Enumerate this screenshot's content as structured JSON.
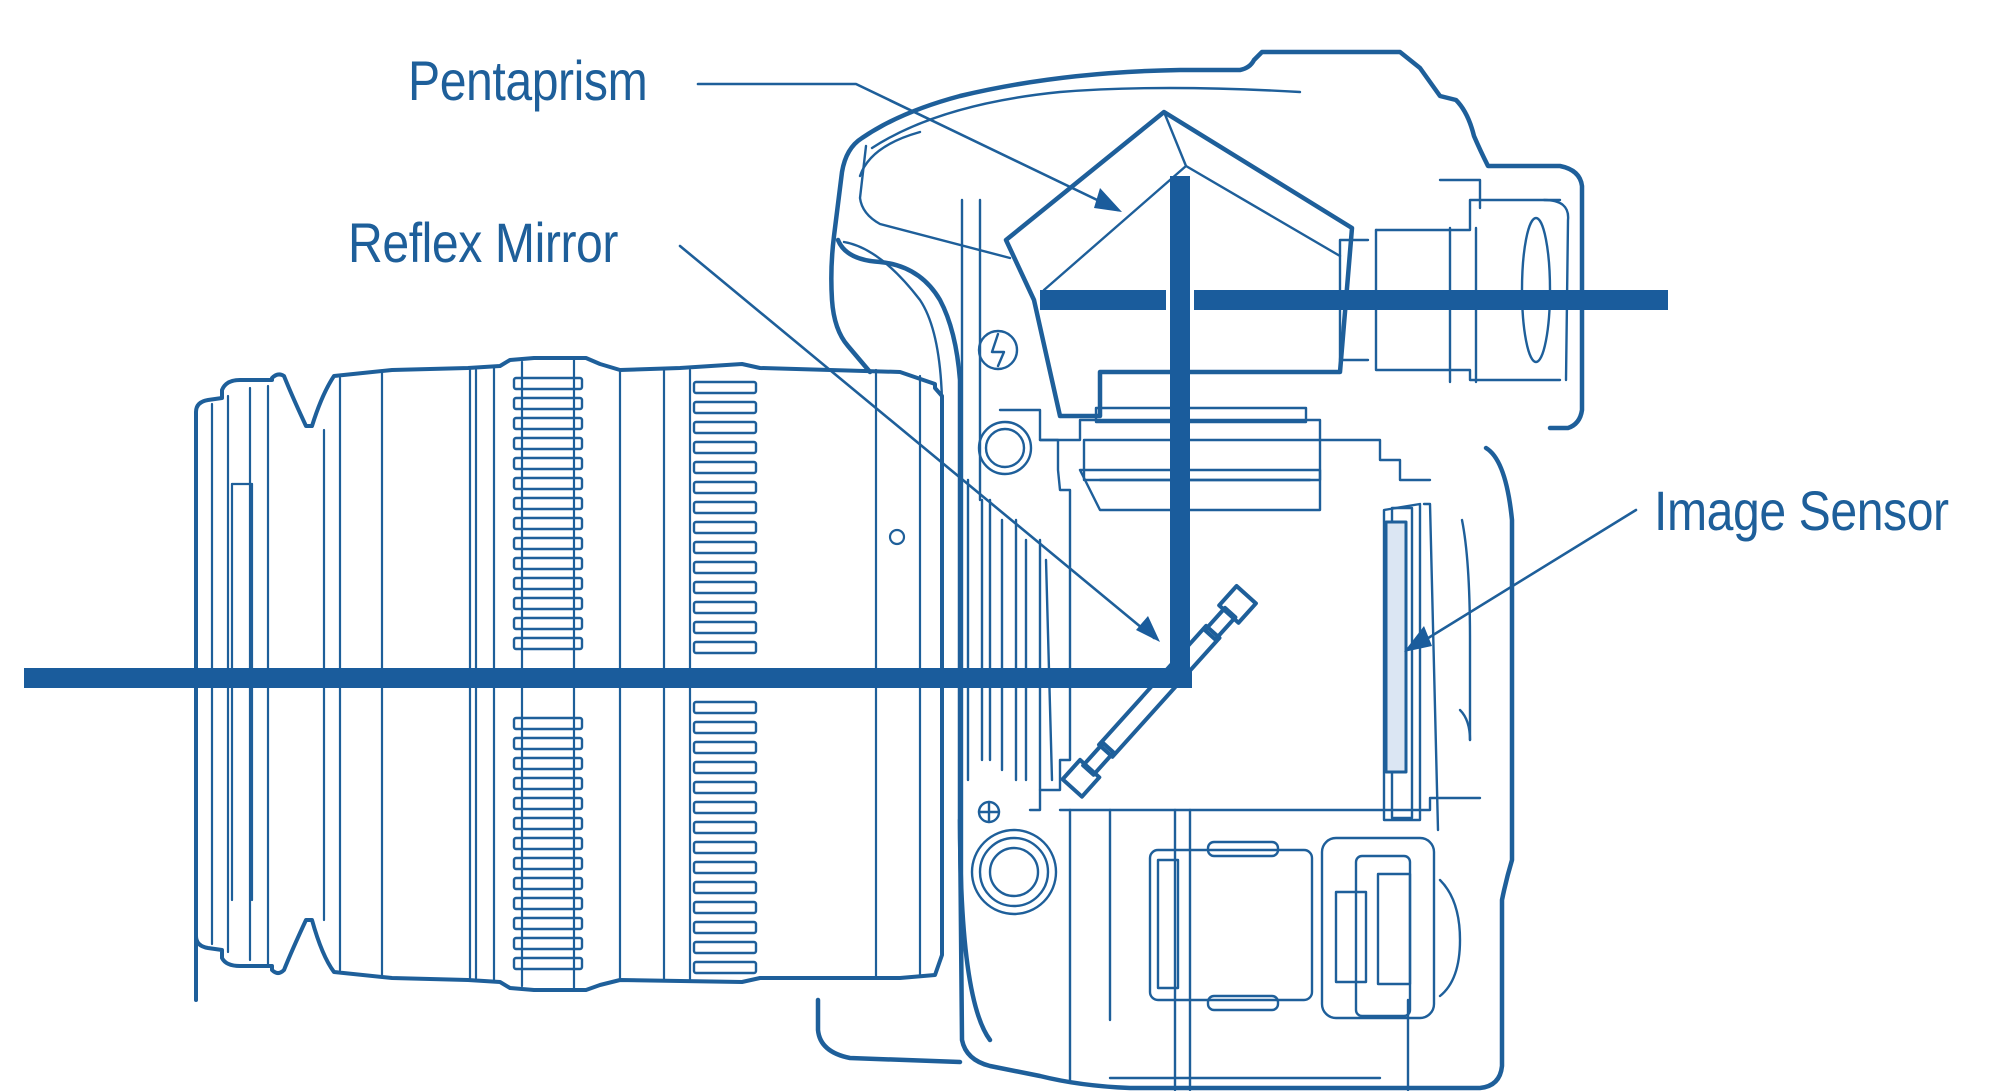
{
  "diagram": {
    "subject": "DSLR camera cross-section",
    "colors": {
      "line": "#1e5f9a",
      "light_path": "#1a5c9c",
      "background": "#ffffff",
      "sensor_fill": "#dbe6f3"
    },
    "labels": [
      {
        "id": "pentaprism",
        "text": "Pentaprism"
      },
      {
        "id": "reflex_mirror",
        "text": "Reflex Mirror"
      },
      {
        "id": "image_sensor",
        "text": "Image Sensor"
      }
    ],
    "light_path": {
      "description": "Light enters through lens horizontally, reflects up off mirror into pentaprism, then exits horizontally through viewfinder"
    }
  }
}
